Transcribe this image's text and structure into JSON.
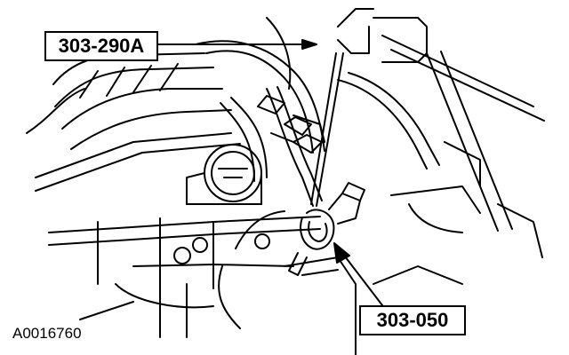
{
  "callouts": {
    "tool_top": "303-290A",
    "tool_bottom": "303-050"
  },
  "figure_id": "A0016760",
  "colors": {
    "line": "#000000",
    "background": "#ffffff"
  }
}
